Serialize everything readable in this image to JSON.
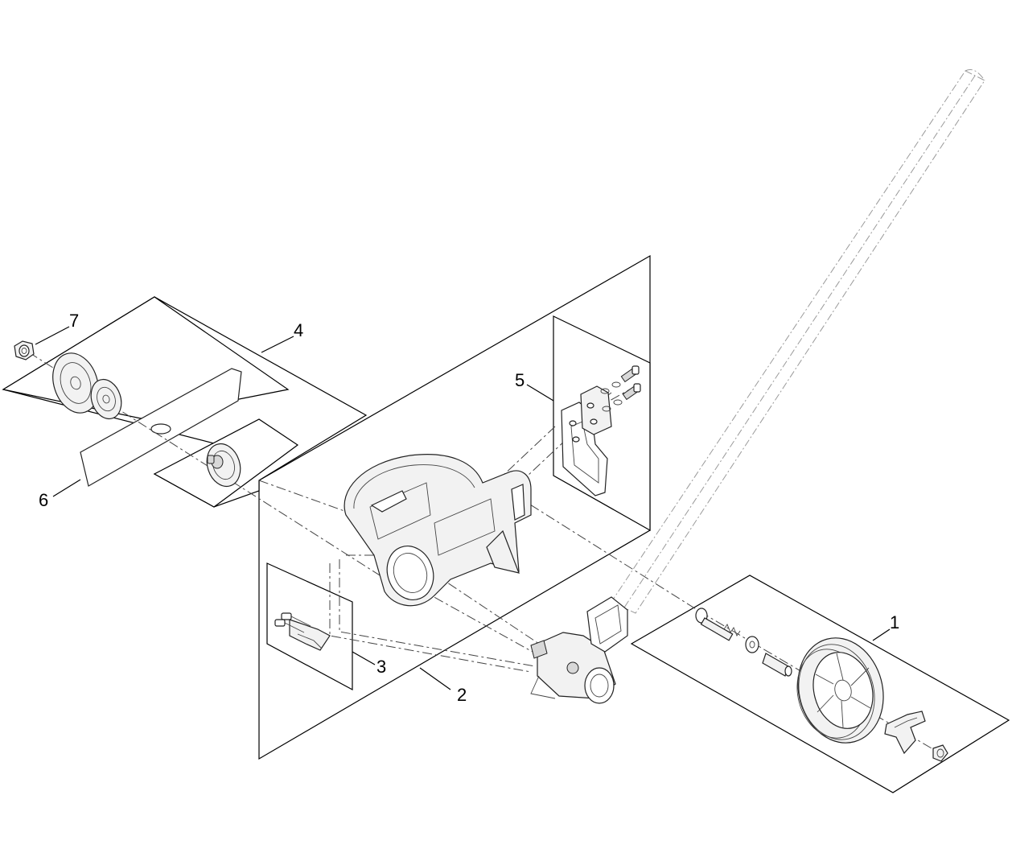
{
  "callouts": [
    {
      "id": "1",
      "label": "1"
    },
    {
      "id": "2",
      "label": "2"
    },
    {
      "id": "3",
      "label": "3"
    },
    {
      "id": "4",
      "label": "4"
    },
    {
      "id": "5",
      "label": "5"
    },
    {
      "id": "6",
      "label": "6"
    },
    {
      "id": "7",
      "label": "7"
    }
  ],
  "icons": {
    "wheel": "wheel-assembly-icon",
    "guard": "blade-guard-icon",
    "gearbox": "gearbox-icon",
    "shaft": "drive-shaft-icon",
    "blade": "edger-blade-icon",
    "nut": "flange-nut-icon",
    "bracket": "mounting-bracket-icon",
    "clip": "clip-bracket-icon"
  },
  "colors": {
    "line": "#000000",
    "background": "#ffffff"
  }
}
